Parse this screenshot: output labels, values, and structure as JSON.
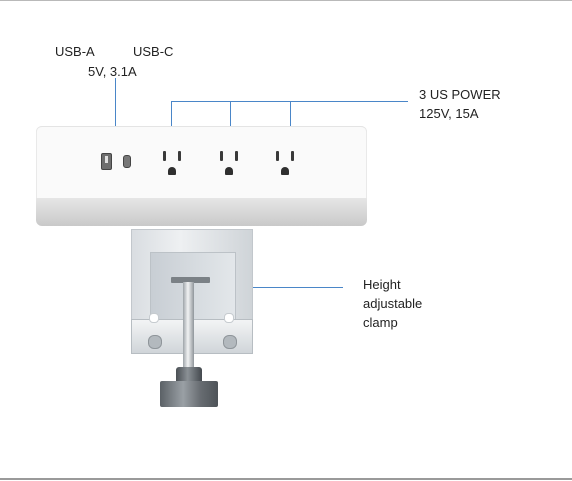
{
  "labels": {
    "usb_a": "USB-A",
    "usb_c": "USB-C",
    "usb_rating": "5V, 3.1A",
    "power_title": "3 US POWER",
    "power_rating": "125V, 15A",
    "clamp_line1": "Height",
    "clamp_line2": "adjustable",
    "clamp_line3": "clamp"
  },
  "colors": {
    "leader_line": "#4a86c8",
    "strip_body": "#fafafa",
    "knob": "#5b6166"
  },
  "product": {
    "usb_ports": [
      "usb-a-port",
      "usb-c-port"
    ],
    "outlet_count": 3
  }
}
